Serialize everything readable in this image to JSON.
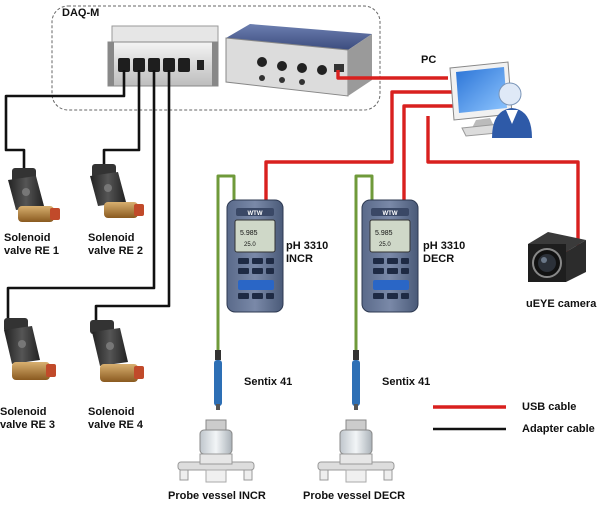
{
  "labels": {
    "daq": "DAQ-M",
    "pc": "PC",
    "valve1_l1": "Solenoid",
    "valve1_l2": "valve RE 1",
    "valve2_l1": "Solenoid",
    "valve2_l2": "valve RE 2",
    "valve3_l1": "Solenoid",
    "valve3_l2": "valve RE 3",
    "valve4_l1": "Solenoid",
    "valve4_l2": "valve RE 4",
    "ph_incr_l1": "pH 3310",
    "ph_incr_l2": "INCR",
    "ph_decr_l1": "pH 3310",
    "ph_decr_l2": "DECR",
    "camera": "uEYE camera",
    "sentix_incr": "Sentix 41",
    "sentix_decr": "Sentix 41",
    "vessel_incr": "Probe vessel INCR",
    "vessel_decr": "Probe vessel DECR"
  },
  "meter": {
    "brand": "WTW",
    "reading": "5.985",
    "temp": "25.0"
  },
  "legend": [
    {
      "label": "USB cable",
      "color": "#d9201e"
    },
    {
      "label": "Adapter cable",
      "color": "#111111"
    }
  ],
  "colors": {
    "usb": "#d9201e",
    "adapter": "#111111",
    "sensor_cable": "#6f9a3a",
    "meter_body": "#4a5a78",
    "valve": "#3a3a3a"
  }
}
